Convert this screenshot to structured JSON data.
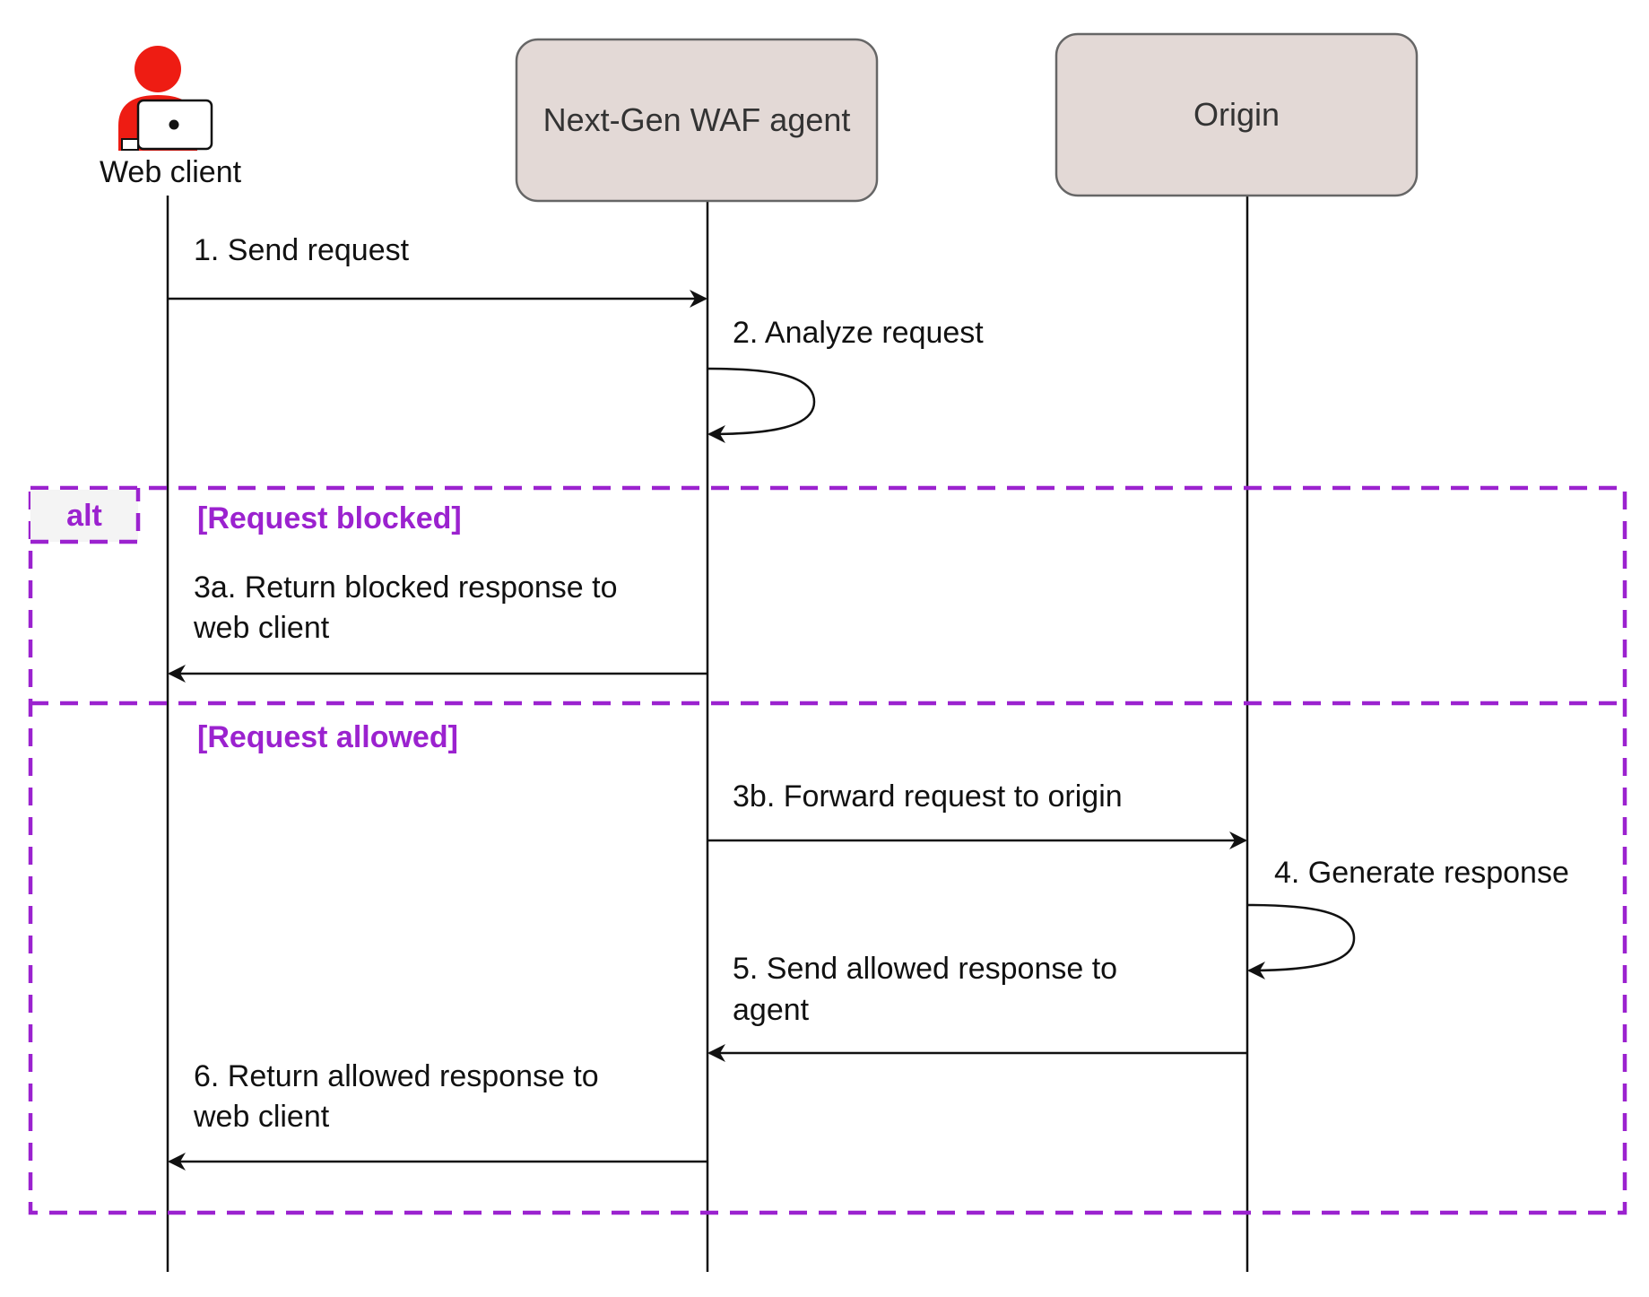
{
  "colors": {
    "frame": "#9b22cf",
    "participant_fill": "#e3d9d6",
    "participant_stroke": "#666666",
    "actor": "#ee1c13",
    "line": "#111111"
  },
  "participants": {
    "client": {
      "label": "Web client",
      "icon": "user-with-laptop-icon"
    },
    "agent": {
      "label": "Next-Gen WAF agent"
    },
    "origin": {
      "label": "Origin"
    }
  },
  "alt": {
    "tag": "alt",
    "blocked_guard": "[Request blocked]",
    "allowed_guard": "[Request allowed]"
  },
  "messages": {
    "m1": [
      "1. Send request"
    ],
    "m2": [
      "2. Analyze request"
    ],
    "m3a": [
      "3a. Return blocked response to",
      "web client"
    ],
    "m3b": [
      "3b. Forward request to origin"
    ],
    "m4": [
      "4. Generate response"
    ],
    "m5": [
      "5. Send allowed response to",
      "agent"
    ],
    "m6": [
      "6. Return allowed response to",
      "web client"
    ]
  }
}
